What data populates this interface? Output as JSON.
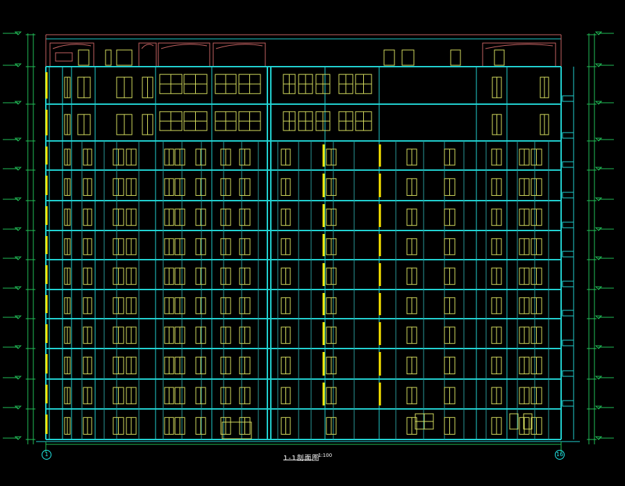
{
  "drawing": {
    "title": "1-1剖面图",
    "scale": "1:100",
    "axis_left": "1",
    "axis_right": "16"
  },
  "colors": {
    "background": "#000000",
    "structure": "#22d4d4",
    "window": "#d8e060",
    "yellow": "#ffea00",
    "dim": "#22c45a",
    "roof_line": "#c86464",
    "text": "#ffffff"
  },
  "floors": 12
}
